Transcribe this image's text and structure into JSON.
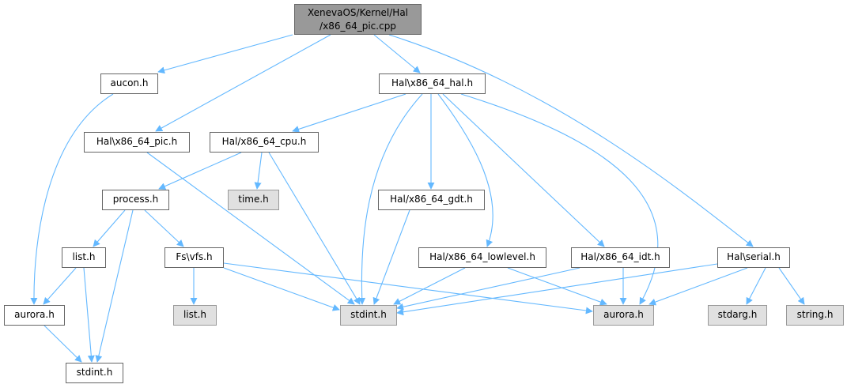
{
  "diagram": {
    "type": "include-dependency-graph",
    "edge_color": "#63b8ff",
    "colors": {
      "root_fill": "#999999",
      "local_fill": "#ffffff",
      "external_fill": "#e0e0e0",
      "border": "#666666"
    },
    "nodes": {
      "root": {
        "line1": "XenevaOS/Kernel/Hal",
        "line2": "/x86_64_pic.cpp",
        "kind": "root"
      },
      "aucon": {
        "label": "aucon.h",
        "kind": "local"
      },
      "hal": {
        "label": "Hal\\x86_64_hal.h",
        "kind": "local"
      },
      "pic": {
        "label": "Hal\\x86_64_pic.h",
        "kind": "local"
      },
      "cpu": {
        "label": "Hal/x86_64_cpu.h",
        "kind": "local"
      },
      "process": {
        "label": "process.h",
        "kind": "local"
      },
      "time": {
        "label": "time.h",
        "kind": "external"
      },
      "gdt": {
        "label": "Hal/x86_64_gdt.h",
        "kind": "local"
      },
      "list": {
        "label": "list.h",
        "kind": "local"
      },
      "vfs": {
        "label": "Fs\\vfs.h",
        "kind": "local"
      },
      "lowlevel": {
        "label": "Hal/x86_64_lowlevel.h",
        "kind": "local"
      },
      "idt": {
        "label": "Hal/x86_64_idt.h",
        "kind": "local"
      },
      "serial": {
        "label": "Hal\\serial.h",
        "kind": "local"
      },
      "aurora_l": {
        "label": "aurora.h",
        "kind": "local"
      },
      "list_ext": {
        "label": "list.h",
        "kind": "external"
      },
      "stdint_c": {
        "label": "stdint.h",
        "kind": "external"
      },
      "aurora_r": {
        "label": "aurora.h",
        "kind": "external"
      },
      "stdarg": {
        "label": "stdarg.h",
        "kind": "external"
      },
      "string": {
        "label": "string.h",
        "kind": "external"
      },
      "stdint_b": {
        "label": "stdint.h",
        "kind": "local"
      }
    },
    "edges": [
      [
        "root",
        "aucon"
      ],
      [
        "root",
        "pic"
      ],
      [
        "root",
        "hal"
      ],
      [
        "root",
        "serial"
      ],
      [
        "aucon",
        "aurora_l"
      ],
      [
        "hal",
        "cpu"
      ],
      [
        "hal",
        "stdint_c"
      ],
      [
        "hal",
        "gdt"
      ],
      [
        "hal",
        "lowlevel"
      ],
      [
        "hal",
        "idt"
      ],
      [
        "hal",
        "aurora_r"
      ],
      [
        "pic",
        "stdint_c"
      ],
      [
        "cpu",
        "process"
      ],
      [
        "cpu",
        "time"
      ],
      [
        "cpu",
        "stdint_c"
      ],
      [
        "process",
        "list"
      ],
      [
        "process",
        "vfs"
      ],
      [
        "process",
        "stdint_b"
      ],
      [
        "gdt",
        "stdint_c"
      ],
      [
        "list",
        "aurora_l"
      ],
      [
        "list",
        "stdint_b"
      ],
      [
        "vfs",
        "list_ext"
      ],
      [
        "vfs",
        "stdint_c"
      ],
      [
        "vfs",
        "aurora_r"
      ],
      [
        "lowlevel",
        "stdint_c"
      ],
      [
        "lowlevel",
        "aurora_r"
      ],
      [
        "idt",
        "stdint_c"
      ],
      [
        "idt",
        "aurora_r"
      ],
      [
        "serial",
        "stdint_c"
      ],
      [
        "serial",
        "aurora_r"
      ],
      [
        "serial",
        "stdarg"
      ],
      [
        "serial",
        "string"
      ],
      [
        "aurora_l",
        "stdint_b"
      ]
    ]
  }
}
